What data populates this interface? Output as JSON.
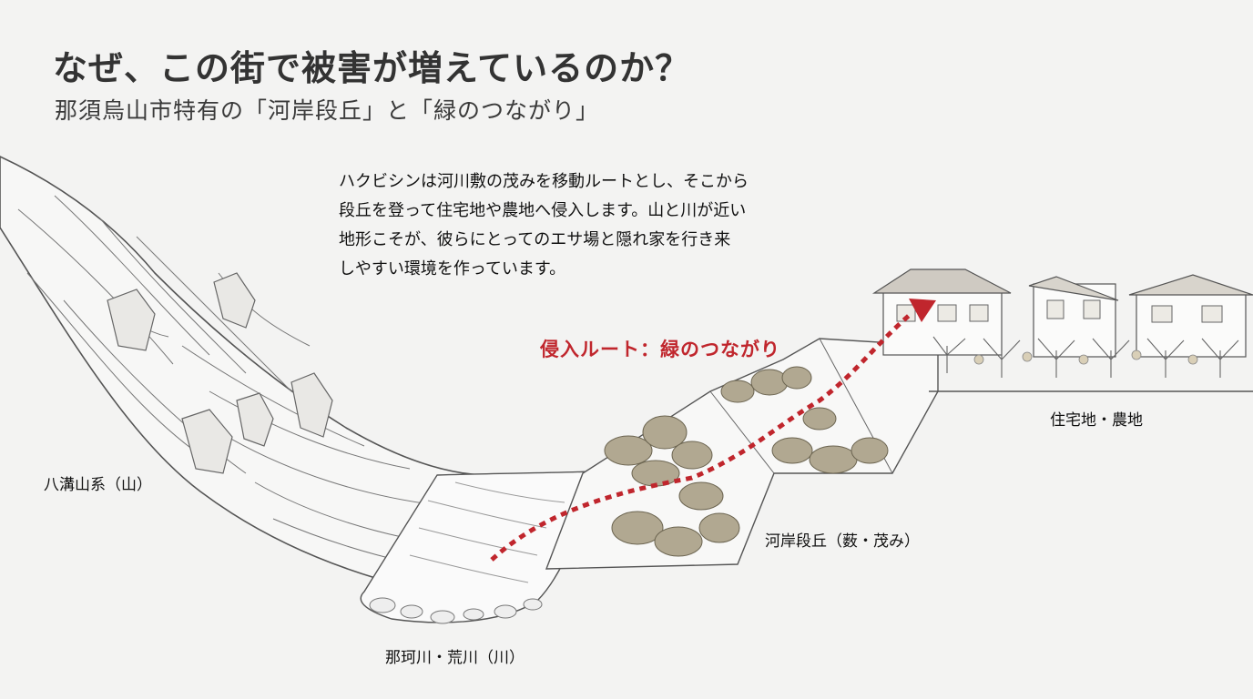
{
  "title": "なぜ、この街で被害が増えているのか？",
  "subtitle": "那須烏山市特有の「河岸段丘」と「緑のつながり」",
  "description": [
    "ハクビシンは河川敷の茂みを移動ルートとし、そこから",
    "段丘を登って住宅地や農地へ侵入します。山と川が近い",
    "地形こそが、彼らにとってのエサ場と隠れ家を行き来",
    "しやすい環境を作っています。"
  ],
  "labels": {
    "mountain": "八溝山系（山）",
    "river": "那珂川・荒川（川）",
    "terrace": "河岸段丘（薮・茂み）",
    "residential": "住宅地・農地",
    "route": "侵入ルート：緑のつながり"
  },
  "colors": {
    "route": "#c0262d",
    "bush": "#a89f8a",
    "line": "#555555"
  }
}
